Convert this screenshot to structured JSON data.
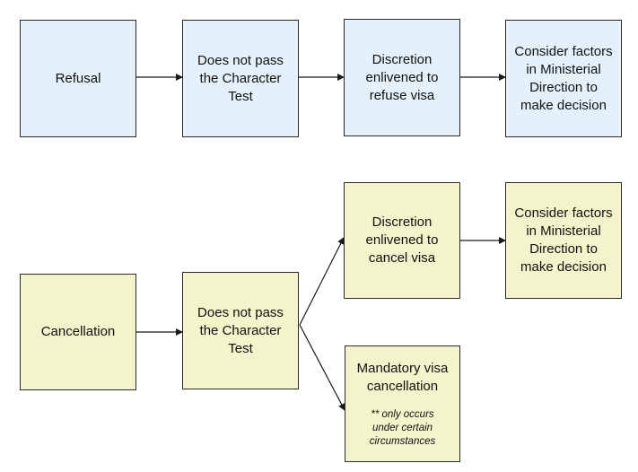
{
  "colors": {
    "refusal_fill": "#e4f1fb",
    "cancellation_fill": "#f3f3cc",
    "stroke": "#2b2b2b"
  },
  "refusal_flow": {
    "start": "Refusal",
    "character_test": "Does not pass the Character Test",
    "discretion": "Discretion enlivened to refuse visa",
    "consider": "Consider factors in Ministerial Direction to make decision"
  },
  "cancellation_flow": {
    "start": "Cancellation",
    "character_test": "Does not pass the Character Test",
    "discretion": "Discretion enlivened to cancel visa",
    "consider": "Consider factors in Ministerial Direction to make decision",
    "mandatory": "Mandatory visa cancellation",
    "mandatory_note": "** only occurs under certain circumstances"
  }
}
